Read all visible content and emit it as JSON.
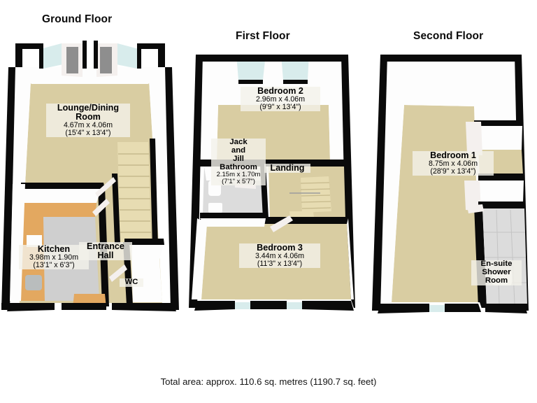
{
  "document": {
    "type": "floor-plan",
    "footer": "Total area: approx. 110.6 sq. metres (1190.7 sq. feet)"
  },
  "floors": [
    {
      "id": "ground",
      "title": "Ground Floor",
      "rooms": [
        {
          "id": "lounge-dining-room",
          "name": "Lounge/Dining Room",
          "name_lines": [
            "Lounge/Dining",
            "Room"
          ],
          "dim_metric": "4.67m x 4.06m",
          "dim_imperial": "(15'4\" x 13'4\")"
        },
        {
          "id": "kitchen",
          "name": "Kitchen",
          "name_lines": [
            "Kitchen"
          ],
          "dim_metric": "3.98m x 1.90m",
          "dim_imperial": "(13'1\" x 6'3\")"
        },
        {
          "id": "entrance-hall",
          "name": "Entrance Hall",
          "name_lines": [
            "Entrance",
            "Hall"
          ],
          "dim_metric": "",
          "dim_imperial": ""
        },
        {
          "id": "wc",
          "name": "WC",
          "name_lines": [
            "WC"
          ],
          "dim_metric": "",
          "dim_imperial": ""
        }
      ]
    },
    {
      "id": "first",
      "title": "First Floor",
      "rooms": [
        {
          "id": "bedroom-2",
          "name": "Bedroom 2",
          "name_lines": [
            "Bedroom 2"
          ],
          "dim_metric": "2.96m x 4.06m",
          "dim_imperial": "(9'9\" x 13'4\")"
        },
        {
          "id": "jack-and-jill-bathroom",
          "name": "Jack and Jill Bathroom",
          "name_lines": [
            "Jack",
            "and",
            "Jill",
            "Bathroom"
          ],
          "dim_metric": "2.15m x 1.70m",
          "dim_imperial": "(7'1\" x 5'7\")"
        },
        {
          "id": "landing",
          "name": "Landing",
          "name_lines": [
            "Landing"
          ],
          "dim_metric": "",
          "dim_imperial": ""
        },
        {
          "id": "bedroom-3",
          "name": "Bedroom 3",
          "name_lines": [
            "Bedroom 3"
          ],
          "dim_metric": "3.44m x 4.06m",
          "dim_imperial": "(11'3\" x 13'4\")"
        }
      ]
    },
    {
      "id": "second",
      "title": "Second Floor",
      "rooms": [
        {
          "id": "bedroom-1",
          "name": "Bedroom 1",
          "name_lines": [
            "Bedroom 1"
          ],
          "dim_metric": "8.75m x 4.06m",
          "dim_imperial": "(28'9\" x 13'4\")"
        },
        {
          "id": "en-suite-shower-room",
          "name": "En-suite Shower Room",
          "name_lines": [
            "En-suite",
            "Shower",
            "Room"
          ],
          "dim_metric": "",
          "dim_imperial": ""
        }
      ]
    }
  ],
  "labels": {
    "ground": {
      "lounge_name_1": "Lounge/Dining",
      "lounge_name_2": "Room",
      "lounge_dim_1": "4.67m x 4.06m",
      "lounge_dim_2": "(15'4\" x 13'4\")",
      "kitchen_name": "Kitchen",
      "kitchen_dim_1": "3.98m x 1.90m",
      "kitchen_dim_2": "(13'1\" x 6'3\")",
      "hall_name_1": "Entrance",
      "hall_name_2": "Hall",
      "wc_name": "WC"
    },
    "first": {
      "bed2_name": "Bedroom 2",
      "bed2_dim_1": "2.96m x 4.06m",
      "bed2_dim_2": "(9'9\" x 13'4\")",
      "bath_name_1": "Jack",
      "bath_name_2": "and",
      "bath_name_3": "Jill",
      "bath_name_4": "Bathroom",
      "bath_dim_1": "2.15m x 1.70m",
      "bath_dim_2": "(7'1\" x 5'7\")",
      "landing_name": "Landing",
      "bed3_name": "Bedroom 3",
      "bed3_dim_1": "3.44m x 4.06m",
      "bed3_dim_2": "(11'3\" x 13'4\")"
    },
    "second": {
      "bed1_name": "Bedroom 1",
      "bed1_dim_1": "8.75m x 4.06m",
      "bed1_dim_2": "(28'9\" x 13'4\")",
      "ensuite_name_1": "En-suite",
      "ensuite_name_2": "Shower",
      "ensuite_name_3": "Room"
    }
  },
  "colors": {
    "wall": "#0a0a0a",
    "inner_wall": "#fdfdfd",
    "carpet": "#d9cda2",
    "tile_floor": "#cfcfcf",
    "bathroom_floor": "#dcdcdc",
    "wood_counter": "#e3a860",
    "stairs": "#e7dcb2",
    "glass": "#d8ecec",
    "background": "#ffffff",
    "text": "#000000"
  }
}
